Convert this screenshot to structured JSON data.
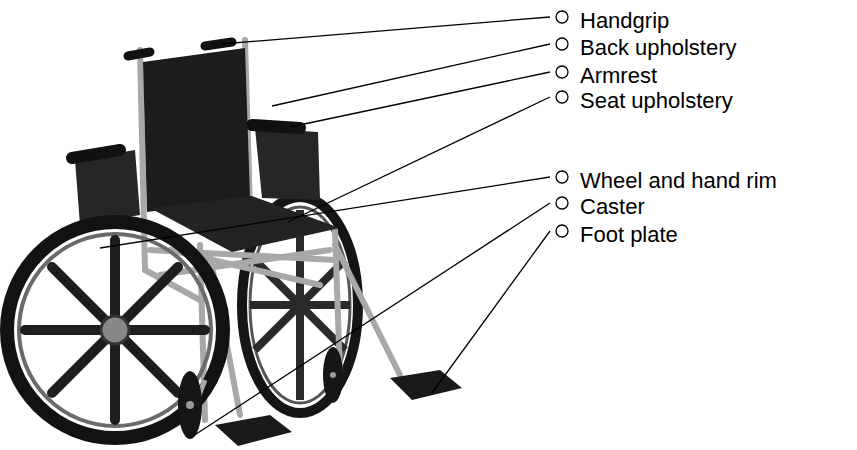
{
  "diagram": {
    "labels": [
      "Handgrip",
      "Back upholstery",
      "Armrest",
      "Seat upholstery",
      "Wheel and hand rim",
      "Caster",
      "Foot plate"
    ]
  }
}
